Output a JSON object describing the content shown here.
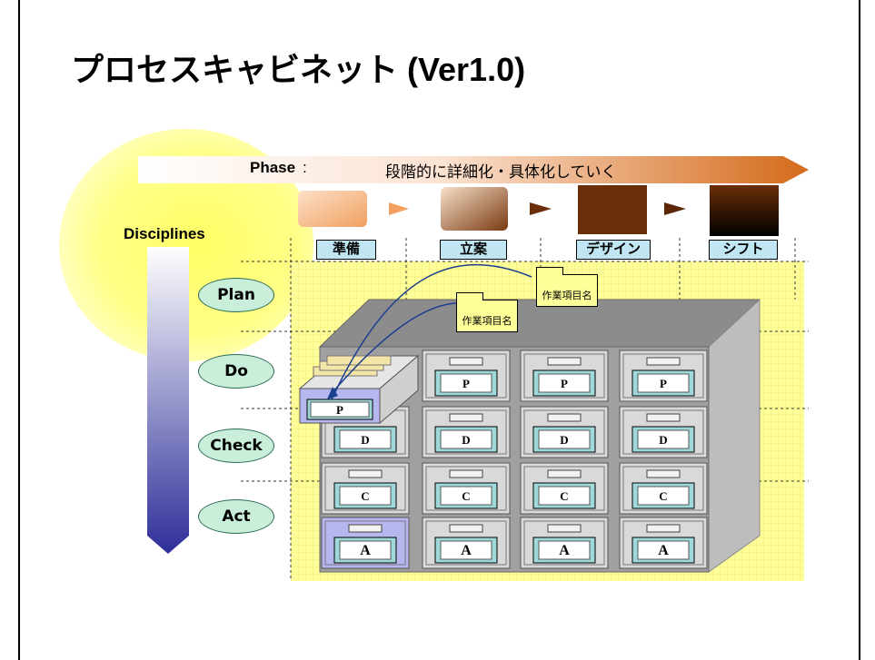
{
  "title": "プロセスキャビネット (Ver1.0)",
  "phase": {
    "label": "Phase",
    "colon": ":",
    "description": "段階的に詳細化・具体化していく",
    "columns": [
      "準備",
      "立案",
      "デザイン",
      "シフト"
    ]
  },
  "disciplines": {
    "label": "Disciplines",
    "items": [
      "Plan",
      "Do",
      "Check",
      "Act"
    ]
  },
  "cabinet": {
    "drawer_letters": [
      "P",
      "D",
      "C",
      "A"
    ],
    "open_drawer_letter": "P"
  },
  "notes": [
    "作業項目名",
    "作業項目名"
  ],
  "colors": {
    "grid_fill": "#ffff99",
    "highlight_blob": "#ffff66",
    "tab_fill": "#bfe6f2",
    "oval_fill": "#c9eed9",
    "cabinet_side": "#b0b0b0",
    "cabinet_top": "#8c8c8c",
    "drawer_face": "#d9d9d9",
    "label_fill": "#9fd8d8",
    "open_drawer_fill": "#b7b7f0",
    "discipline_arrow_end": "#2e2e99",
    "phase_arrow_end": "#d46a1a"
  }
}
